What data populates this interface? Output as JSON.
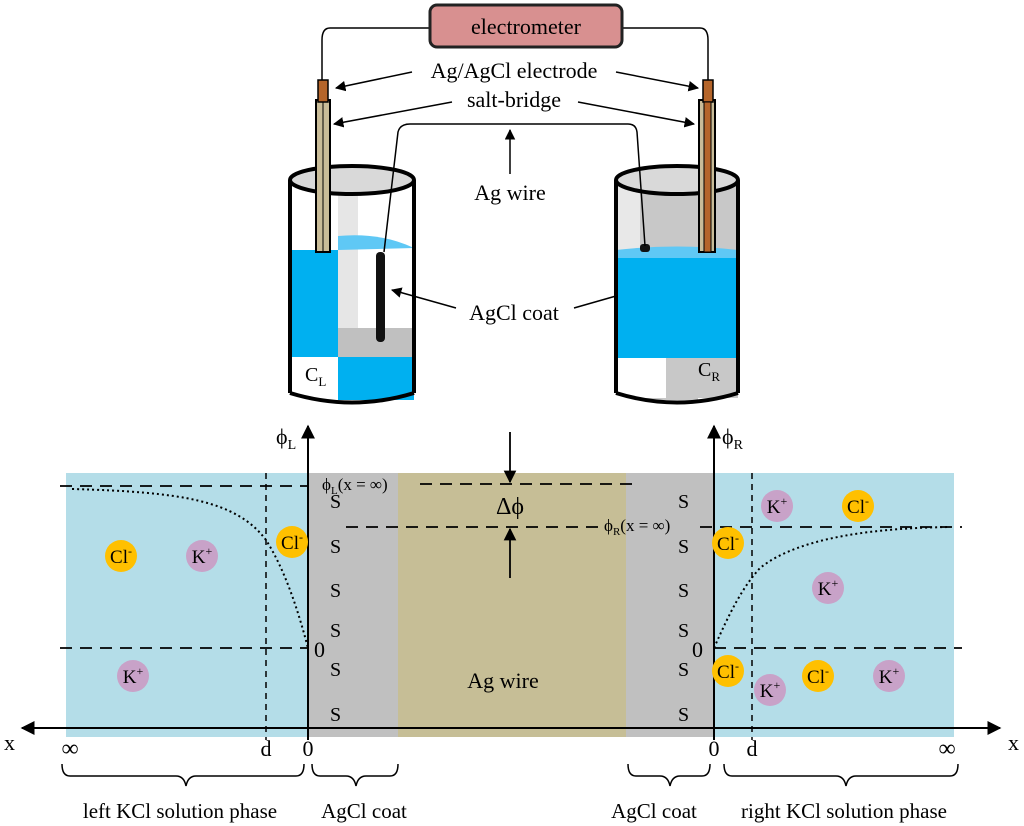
{
  "top_setup": {
    "electrometer_label": "electrometer",
    "electrode_label": "Ag/AgCl electrode",
    "salt_bridge_label": "salt-bridge",
    "ag_wire_label": "Ag wire",
    "agcl_coat_label": "AgCl coat",
    "left_cell": {
      "letter": "C",
      "subscript": "L"
    },
    "right_cell": {
      "letter": "C",
      "subscript": "R"
    }
  },
  "potential_diagram": {
    "left_axis": {
      "symbol": "ϕ",
      "subscript": "L"
    },
    "right_axis": {
      "symbol": "ϕ",
      "subscript": "R"
    },
    "phi_left_infinity": {
      "prefix": "ϕ",
      "sub": "L",
      "suffix": "(x = ∞)"
    },
    "phi_right_infinity": {
      "prefix": "ϕ",
      "sub": "R",
      "suffix": "(x = ∞)"
    },
    "delta_phi": "Δϕ",
    "zero_left": "0",
    "zero_right": "0",
    "ag_wire_label": "Ag wire",
    "surface_site_symbol": "S",
    "ions": {
      "left": [
        {
          "base": "Cl",
          "charge": "-",
          "type": "anion"
        },
        {
          "base": "K",
          "charge": "+",
          "type": "cation"
        },
        {
          "base": "Cl",
          "charge": "-",
          "type": "anion"
        },
        {
          "base": "K",
          "charge": "+",
          "type": "cation"
        }
      ],
      "right": [
        {
          "base": "K",
          "charge": "+",
          "type": "cation"
        },
        {
          "base": "Cl",
          "charge": "-",
          "type": "anion"
        },
        {
          "base": "Cl",
          "charge": "-",
          "type": "anion"
        },
        {
          "base": "K",
          "charge": "+",
          "type": "cation"
        },
        {
          "base": "Cl",
          "charge": "-",
          "type": "anion"
        },
        {
          "base": "K",
          "charge": "+",
          "type": "cation"
        },
        {
          "base": "Cl",
          "charge": "-",
          "type": "anion"
        },
        {
          "base": "K",
          "charge": "+",
          "type": "cation"
        }
      ]
    }
  },
  "x_axis": {
    "left_label": "x",
    "right_label": "x",
    "left_ticks": [
      "∞",
      "d",
      "0"
    ],
    "right_ticks": [
      "0",
      "d",
      "∞"
    ]
  },
  "phase_labels": {
    "left_solution": "left KCl solution phase",
    "left_coat": "AgCl coat",
    "right_coat": "AgCl coat",
    "right_solution": "right KCl solution phase"
  },
  "colors": {
    "electrometer_fill": "#d89090",
    "electrometer_stroke": "#8b2c2c",
    "solution_blue": "#00b0f0",
    "meniscus_blue": "#5fc8f5",
    "phase_light_blue": "#b4dde8",
    "agcl_gray": "#c0c0c0",
    "ag_wire_tan": "#c6be96",
    "electrode_tube_tan": "#c9bc98",
    "electrode_tip_copper": "#b5652a",
    "cl_ion_orange": "#ffc000",
    "k_ion_purple": "#c8a2c8"
  }
}
